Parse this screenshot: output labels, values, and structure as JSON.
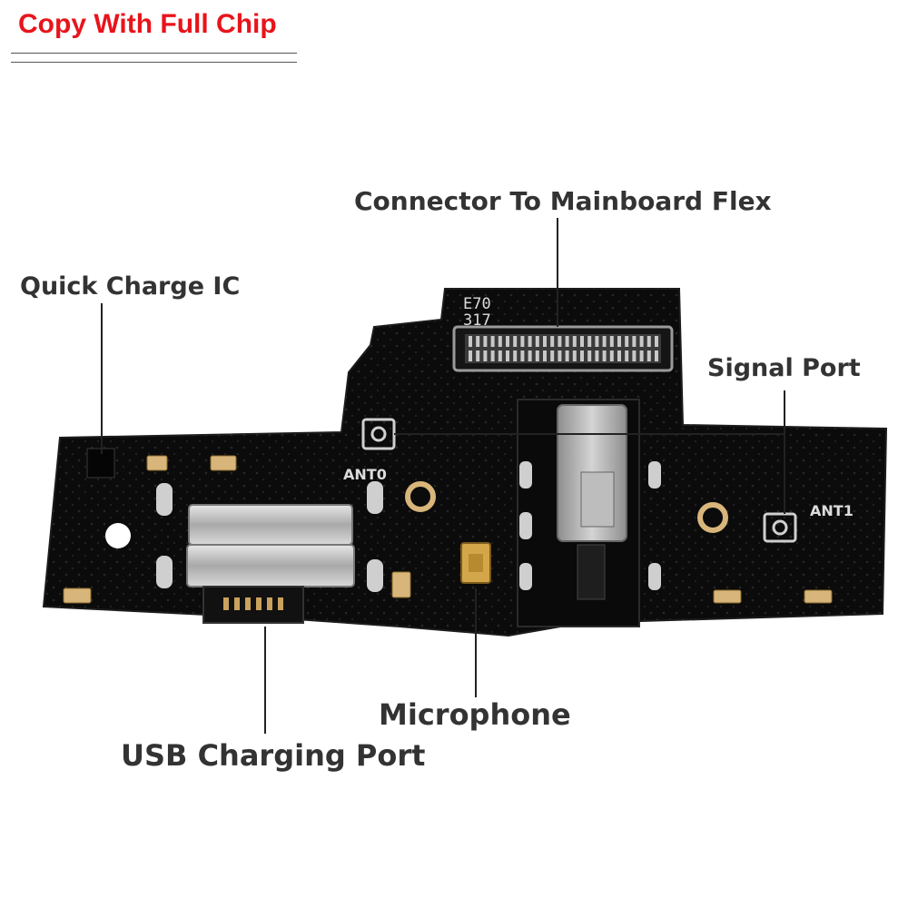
{
  "banner": {
    "text": "Copy With Full Chip",
    "color": "#e8141b"
  },
  "labels": {
    "connector": "Connector To Mainboard Flex",
    "quick_charge": "Quick Charge IC",
    "signal_port": "Signal Port",
    "microphone": "Microphone",
    "usb_port": "USB Charging Port"
  },
  "silkscreen": {
    "board_code_1": "E70",
    "board_code_2": "317",
    "antenna_0": "ANT0",
    "antenna_1": "ANT1"
  },
  "colors": {
    "pcb": "#0b0b0b",
    "label_text": "#333333",
    "leader_line": "#222222",
    "gold_pad": "#c9a25c",
    "metal": "#bdbdbd"
  }
}
